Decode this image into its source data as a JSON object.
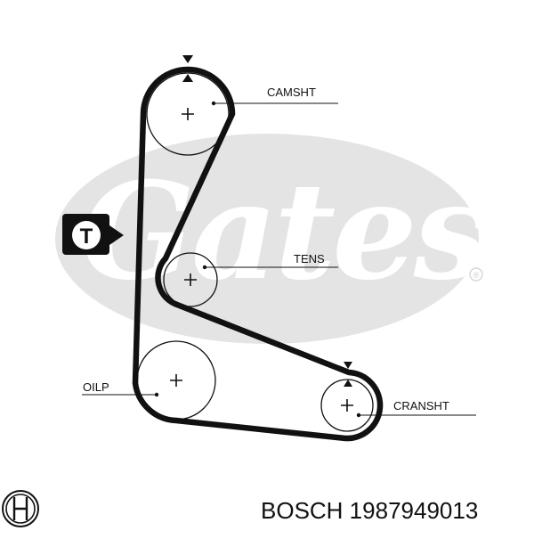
{
  "diagram": {
    "watermark_text": "Gates",
    "registered_mark": "®",
    "tensioner_badge": "T",
    "labels": {
      "camshaft": "CAMSHT",
      "tensioner": "TENS",
      "oil_pump": "OILP",
      "crankshaft": "CRANSHT"
    }
  },
  "footer": {
    "brand_logo": "bosch-armature-logo",
    "part_text": "BOSCH 1987949013"
  },
  "colors": {
    "ink": "#111111",
    "watermark": "#e3e3e3",
    "belt": "#111111"
  }
}
